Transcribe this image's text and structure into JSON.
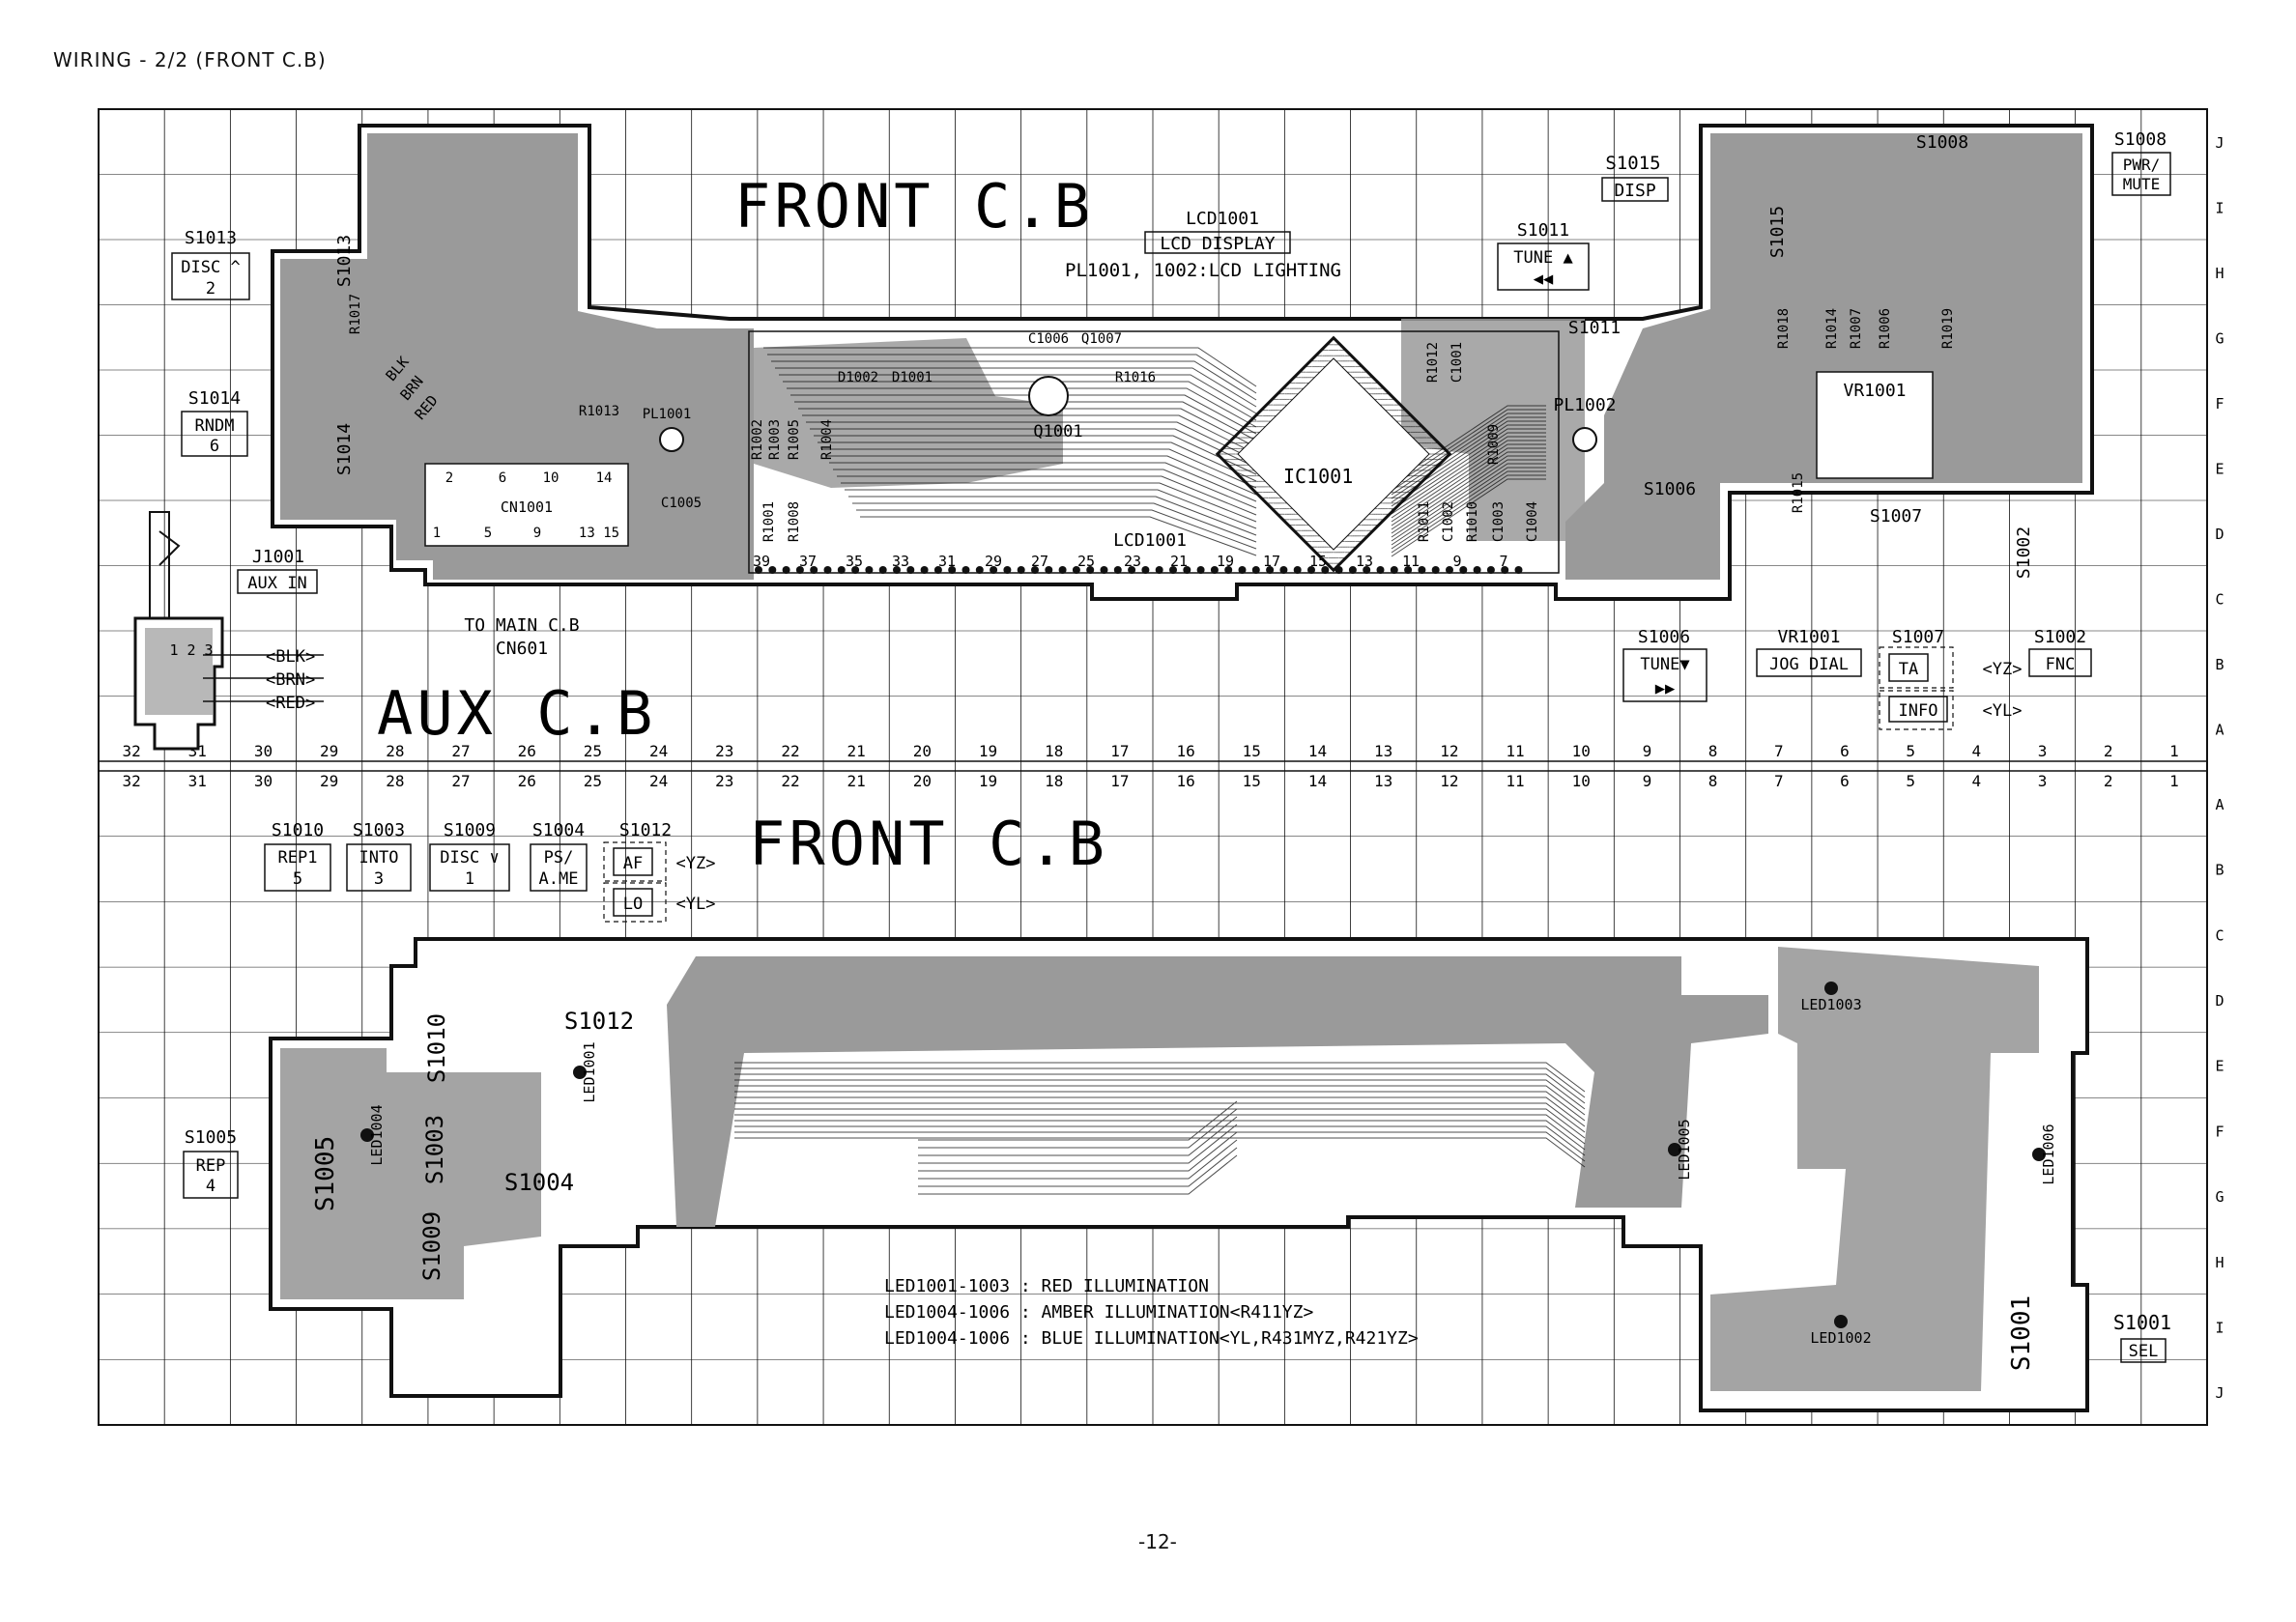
{
  "page": {
    "title": "WIRING - 2/2 (FRONT C.B)",
    "page_number": "-12-"
  },
  "grid": {
    "columns": [
      "32",
      "31",
      "30",
      "29",
      "28",
      "27",
      "26",
      "25",
      "24",
      "23",
      "22",
      "21",
      "20",
      "19",
      "18",
      "17",
      "16",
      "15",
      "14",
      "13",
      "12",
      "11",
      "10",
      "9",
      "8",
      "7",
      "6",
      "5",
      "4",
      "3",
      "2",
      "1"
    ],
    "rows_top": [
      "J",
      "I",
      "H",
      "G",
      "F",
      "E",
      "D",
      "C",
      "B",
      "A"
    ],
    "rows_bottom": [
      "A",
      "B",
      "C",
      "D",
      "E",
      "F",
      "G",
      "H",
      "I",
      "J"
    ]
  },
  "top_board": {
    "title": "FRONT C.B",
    "lcd_ref": "LCD1001",
    "lcd_name": "LCD DISPLAY",
    "lighting": "PL1001, 1002:LCD LIGHTING",
    "ic": "IC1001",
    "lcd_bottom": "LCD1001",
    "connector": "CN1001",
    "to_main_1": "TO MAIN C.B",
    "to_main_2": "CN601",
    "q1001": "Q1001",
    "d1002": "D1002",
    "d1001": "D1001",
    "c1006": "C1006",
    "q1007": "Q1007",
    "r1016": "R1016",
    "r1013": "R1013",
    "pl1001": "PL1001",
    "pl1002": "PL1002",
    "c1005": "C1005",
    "vr1001": "VR1001",
    "s1006_inline": "S1006",
    "s1007_inline": "S1007",
    "s1015_inline": "S1015",
    "s1014_inline": "S1014",
    "s1013_inline": "S1013",
    "s1002_inline": "S1002",
    "s1008_inline": "S1008",
    "s1011_inline": "S1011",
    "cn_pins_top": [
      "2",
      "6",
      "10",
      "14"
    ],
    "cn_pins_bottom": [
      "1",
      "5",
      "9",
      "13 15"
    ],
    "lcd_pins": [
      "39",
      "37",
      "35",
      "33",
      "31",
      "29",
      "27",
      "25",
      "23",
      "21",
      "19",
      "17",
      "15",
      "13",
      "11",
      "9",
      "7"
    ],
    "resistors_left": [
      "R1002",
      "R1003",
      "R1005",
      "R1004",
      "R1001",
      "R1008"
    ],
    "resistors_right": [
      "R1012",
      "C1001",
      "R1009",
      "R1011",
      "C1002",
      "R1010",
      "C1003",
      "C1004"
    ],
    "resistors_vr": [
      "R1018",
      "R1014",
      "R1007",
      "R1006",
      "R1019",
      "R1015"
    ],
    "r1017": "R1017",
    "wire_labels": [
      "BLK",
      "BRN",
      "RED"
    ]
  },
  "aux_board": {
    "title": "AUX C.B",
    "jack_ref": "J1001",
    "jack_name": "AUX IN",
    "pins": [
      "1",
      "2",
      "3"
    ],
    "wires": [
      "<BLK>",
      "<BRN>",
      "<RED>"
    ]
  },
  "switches_top": [
    {
      "ref": "S1013",
      "label": "DISC ^",
      "num": "2"
    },
    {
      "ref": "S1014",
      "label": "RNDM",
      "num": "6"
    },
    {
      "ref": "S1015",
      "label": "DISP"
    },
    {
      "ref": "S1011",
      "label": "TUNE ▲",
      "glyph": "◀◀"
    },
    {
      "ref": "S1008",
      "label": "PWR/",
      "label2": "MUTE"
    },
    {
      "ref": "S1006",
      "label": "TUNE▼",
      "glyph": "▶▶"
    },
    {
      "ref": "VR1001",
      "label": "JOG DIAL"
    },
    {
      "ref": "S1007",
      "label": "TA",
      "tag": "<YZ>",
      "label_alt": "INFO",
      "tag_alt": "<YL>"
    },
    {
      "ref": "S1002",
      "label": "FNC"
    }
  ],
  "bottom_board": {
    "title": "FRONT C.B",
    "switches": [
      {
        "ref": "S1010",
        "label": "REP1",
        "num": "5"
      },
      {
        "ref": "S1003",
        "label": "INTO",
        "num": "3"
      },
      {
        "ref": "S1009",
        "label": "DISC ∨",
        "num": "1"
      },
      {
        "ref": "S1004",
        "label": "PS/",
        "num": "A.ME"
      },
      {
        "ref": "S1012",
        "label": "AF",
        "tag": "<YZ>",
        "label_alt": "LO",
        "tag_alt": "<YL>"
      },
      {
        "ref": "S1005",
        "label": "REP",
        "num": "4"
      },
      {
        "ref": "S1001",
        "label": "SEL"
      }
    ],
    "leds": [
      "LED1001",
      "LED1002",
      "LED1003",
      "LED1004",
      "LED1005",
      "LED1006"
    ],
    "inline": [
      "S1012",
      "S1010",
      "S1004",
      "S1005",
      "S1009",
      "S1003",
      "S1001"
    ],
    "notes": [
      "LED1001-1003 : RED ILLUMINATION",
      "LED1004-1006 : AMBER ILLUMINATION<R411YZ>",
      "LED1004-1006 : BLUE ILLUMINATION<YL,R431MYZ,R421YZ>"
    ]
  },
  "colors": {
    "copper": "#9a9a9a",
    "line": "#111111",
    "background": "#ffffff"
  }
}
